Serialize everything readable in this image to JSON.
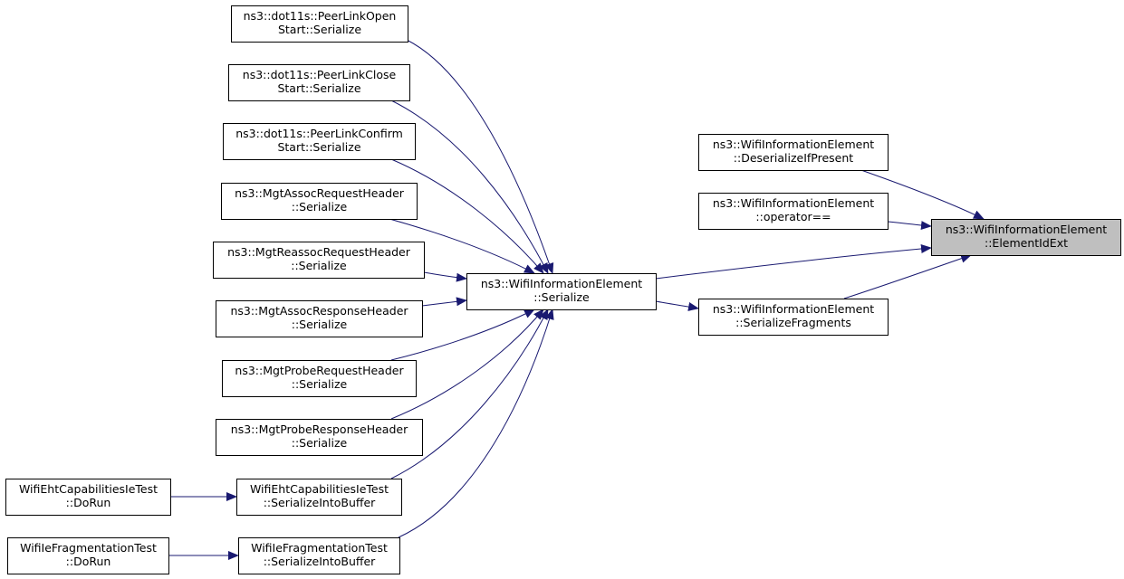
{
  "colors": {
    "edge": "#191970",
    "node_border": "#000000",
    "node_fill": "#ffffff",
    "highlight_fill": "#bfbfbf",
    "text": "#000000"
  },
  "nodes": [
    {
      "id": "root",
      "lines": [
        "ns3::WifiInformationElement",
        "::ElementIdExt"
      ],
      "highlight": true
    },
    {
      "id": "deser",
      "lines": [
        "ns3::WifiInformationElement",
        "::DeserializeIfPresent"
      ]
    },
    {
      "id": "opeq",
      "lines": [
        "ns3::WifiInformationElement",
        "::operator=="
      ]
    },
    {
      "id": "ser",
      "lines": [
        "ns3::WifiInformationElement",
        "::Serialize"
      ]
    },
    {
      "id": "serfrag",
      "lines": [
        "ns3::WifiInformationElement",
        "::SerializeFragments"
      ]
    },
    {
      "id": "plo",
      "lines": [
        "ns3::dot11s::PeerLinkOpen",
        "Start::Serialize"
      ]
    },
    {
      "id": "plcl",
      "lines": [
        "ns3::dot11s::PeerLinkClose",
        "Start::Serialize"
      ]
    },
    {
      "id": "plcf",
      "lines": [
        "ns3::dot11s::PeerLinkConfirm",
        "Start::Serialize"
      ]
    },
    {
      "id": "assocreq",
      "lines": [
        "ns3::MgtAssocRequestHeader",
        "::Serialize"
      ]
    },
    {
      "id": "reassocreq",
      "lines": [
        "ns3::MgtReassocRequestHeader",
        "::Serialize"
      ]
    },
    {
      "id": "assocresp",
      "lines": [
        "ns3::MgtAssocResponseHeader",
        "::Serialize"
      ]
    },
    {
      "id": "probereq",
      "lines": [
        "ns3::MgtProbeRequestHeader",
        "::Serialize"
      ]
    },
    {
      "id": "proberesp",
      "lines": [
        "ns3::MgtProbeResponseHeader",
        "::Serialize"
      ]
    },
    {
      "id": "ehtbuf",
      "lines": [
        "WifiEhtCapabilitiesIeTest",
        "::SerializeIntoBuffer"
      ]
    },
    {
      "id": "fragbuf",
      "lines": [
        "WifiIeFragmentationTest",
        "::SerializeIntoBuffer"
      ]
    },
    {
      "id": "ehtrun",
      "lines": [
        "WifiEhtCapabilitiesIeTest",
        "::DoRun"
      ]
    },
    {
      "id": "fragrun",
      "lines": [
        "WifiIeFragmentationTest",
        "::DoRun"
      ]
    }
  ],
  "edges": [
    {
      "from": "deser",
      "to": "root"
    },
    {
      "from": "opeq",
      "to": "root"
    },
    {
      "from": "ser",
      "to": "root"
    },
    {
      "from": "serfrag",
      "to": "root"
    },
    {
      "from": "ser",
      "to": "serfrag"
    },
    {
      "from": "plo",
      "to": "ser"
    },
    {
      "from": "plcl",
      "to": "ser"
    },
    {
      "from": "plcf",
      "to": "ser"
    },
    {
      "from": "assocreq",
      "to": "ser"
    },
    {
      "from": "reassocreq",
      "to": "ser"
    },
    {
      "from": "assocresp",
      "to": "ser"
    },
    {
      "from": "probereq",
      "to": "ser"
    },
    {
      "from": "proberesp",
      "to": "ser"
    },
    {
      "from": "ehtbuf",
      "to": "ser"
    },
    {
      "from": "fragbuf",
      "to": "ser"
    },
    {
      "from": "ehtrun",
      "to": "ehtbuf"
    },
    {
      "from": "fragrun",
      "to": "fragbuf"
    }
  ]
}
